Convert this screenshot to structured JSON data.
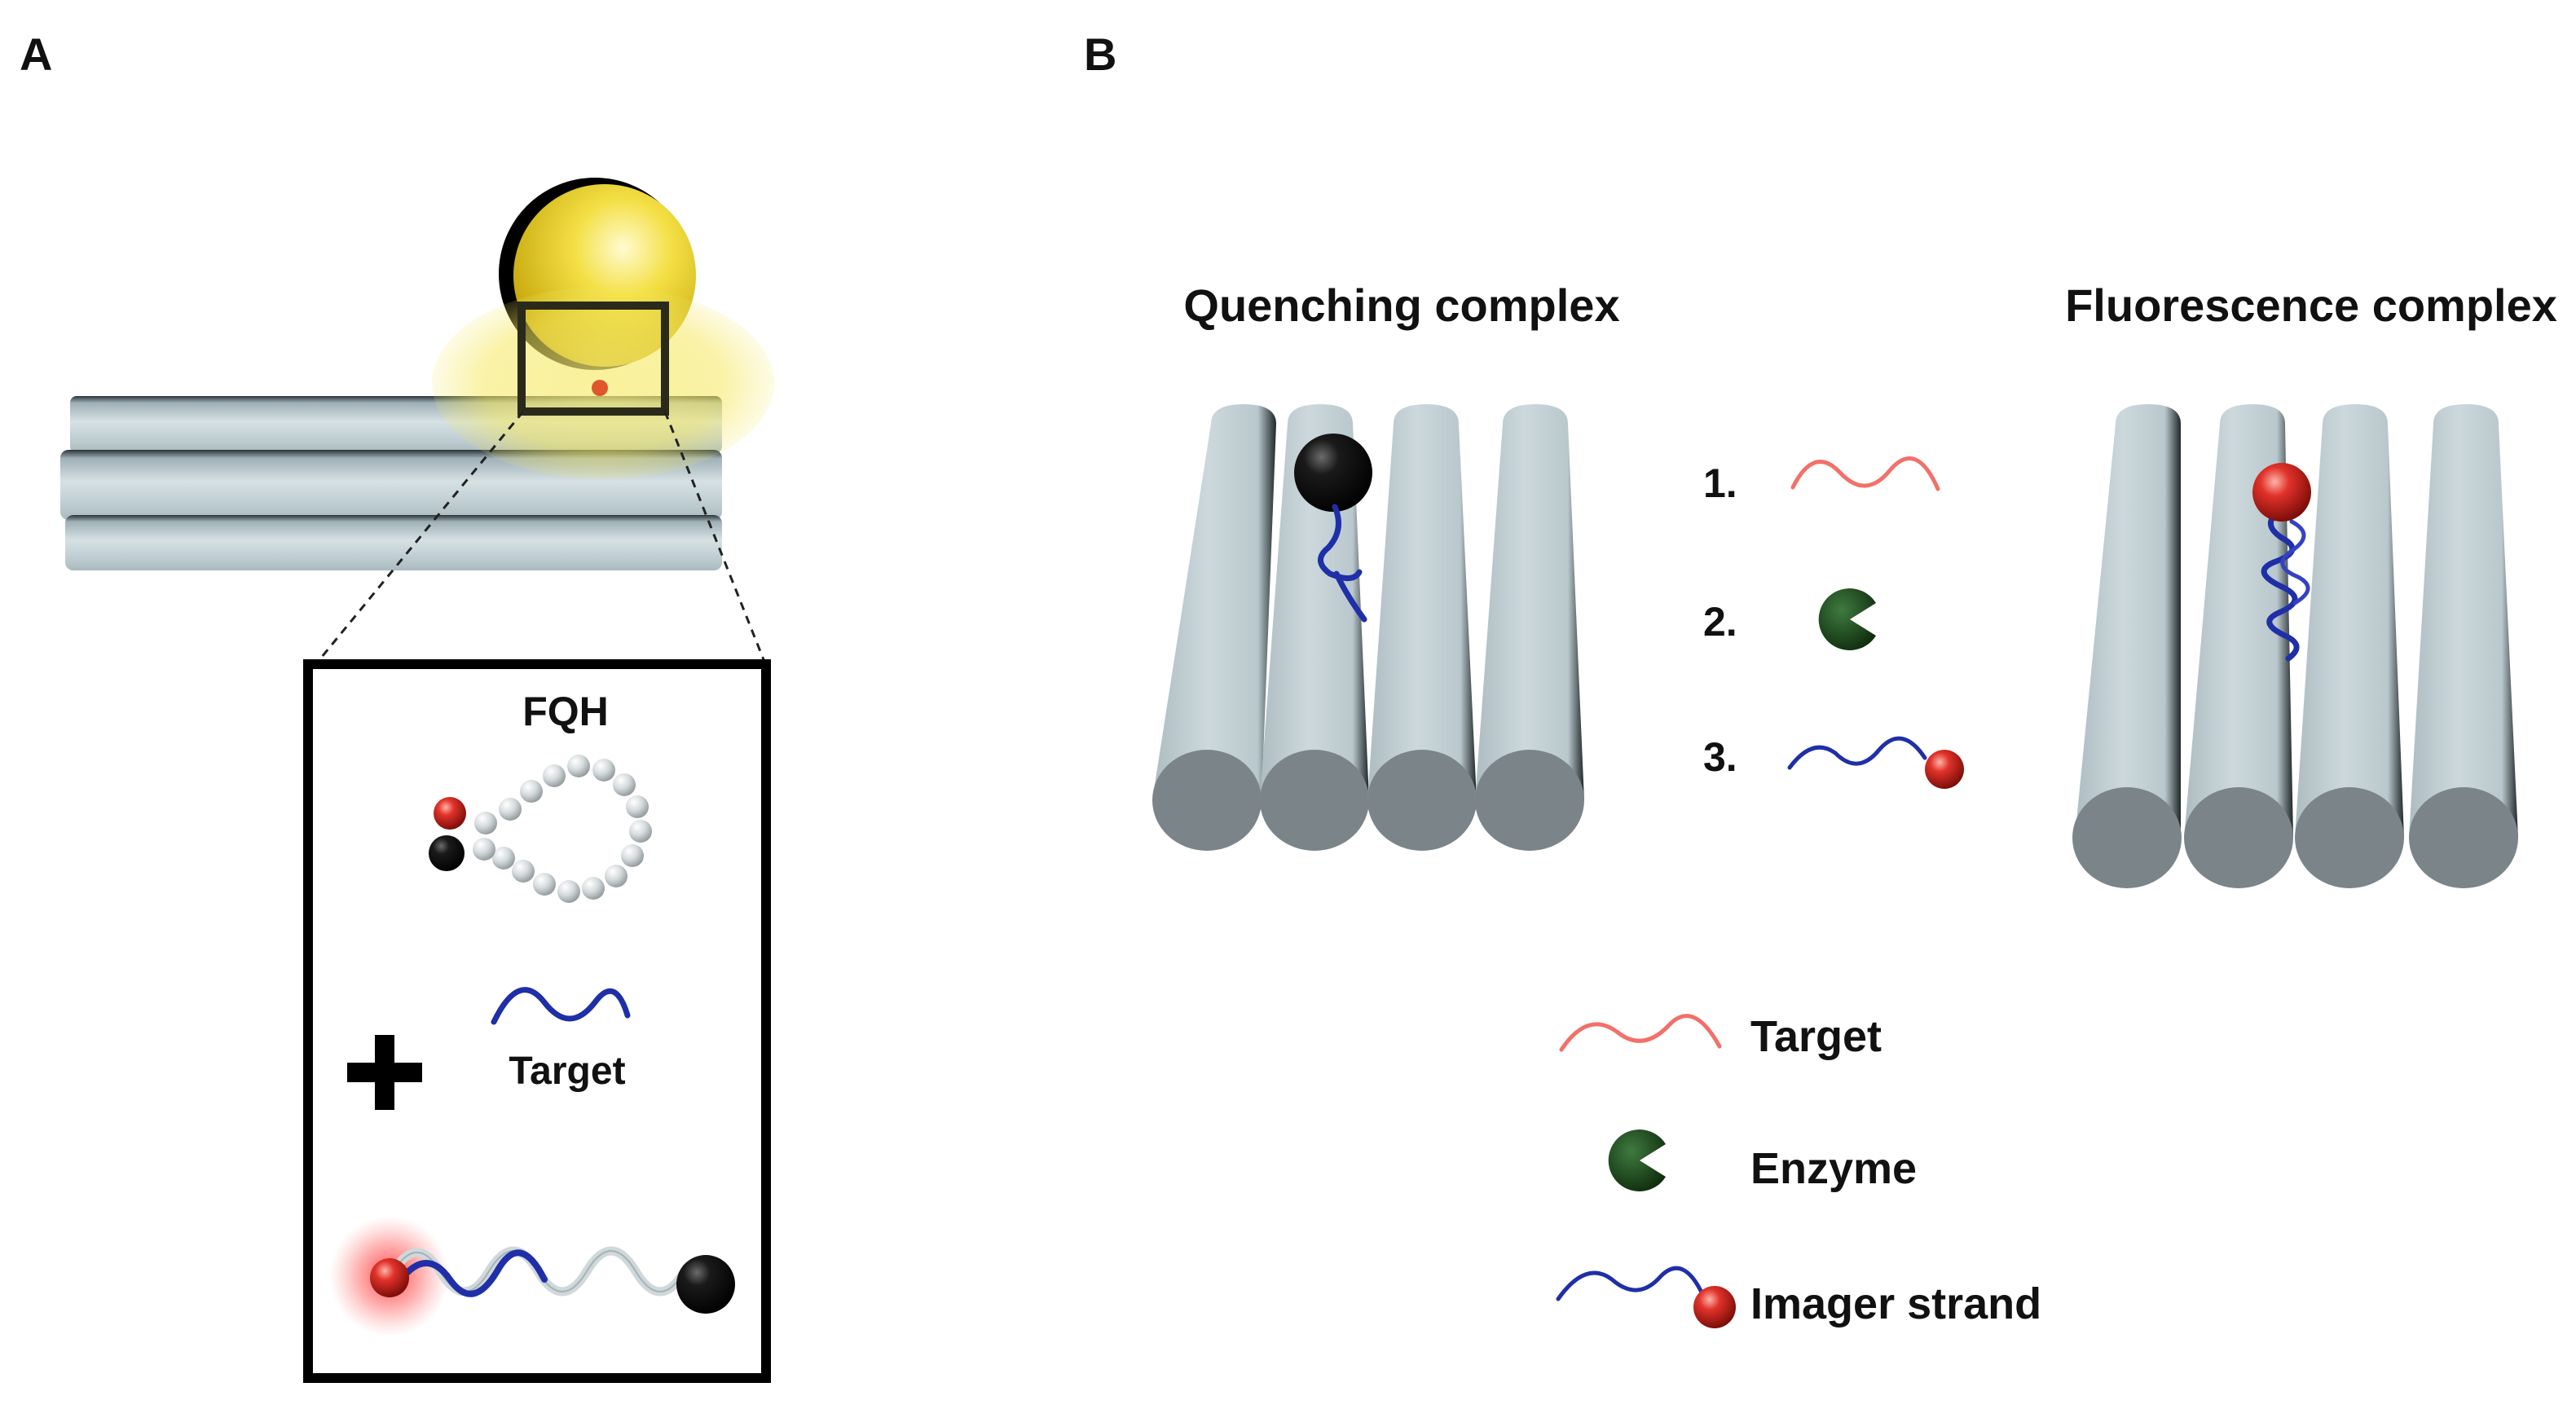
{
  "panels": {
    "a": {
      "letter": "A"
    },
    "b": {
      "letter": "B"
    }
  },
  "inset": {
    "title": "FQH",
    "target_label": "Target",
    "plus_icon": "plus-icon"
  },
  "complexes": {
    "quenching": "Quenching complex",
    "fluorescence": "Fluorescence complex"
  },
  "steps": [
    {
      "number": "1.",
      "icon": "target-wave-icon"
    },
    {
      "number": "2.",
      "icon": "enzyme-icon"
    },
    {
      "number": "3.",
      "icon": "imager-strand-icon"
    }
  ],
  "legend": [
    {
      "label": "Target",
      "icon": "target-wave-icon"
    },
    {
      "label": "Enzyme",
      "icon": "enzyme-icon"
    },
    {
      "label": "Imager strand",
      "icon": "imager-strand-icon"
    }
  ],
  "colors": {
    "target": "#f2706a",
    "imager": "#1f2fa8",
    "enzyme": "#1b4d1b",
    "fluorophore": "#d42a22",
    "quencher": "#000000",
    "gold": "#f1dc3a",
    "origami": "#c5d3d8"
  }
}
